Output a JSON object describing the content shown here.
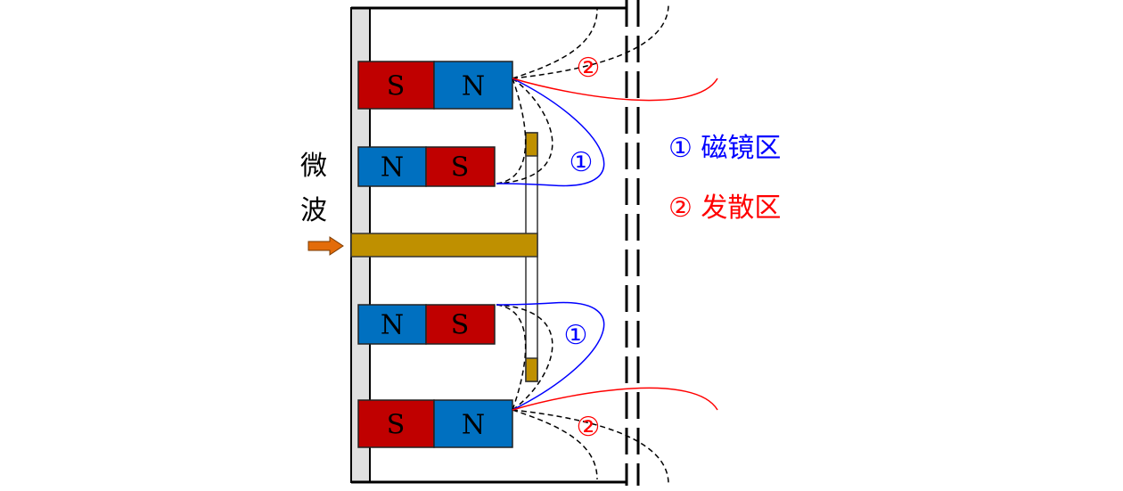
{
  "labels": {
    "microwave_line1": "微",
    "microwave_line2": "波",
    "pole_s": "S",
    "pole_n": "N",
    "region1_marker": "①",
    "region2_marker": "②",
    "legend1": "① 磁镜区",
    "legend2": "② 发散区"
  },
  "colors": {
    "south": "#c00000",
    "north": "#0070c0",
    "antenna": "#bf9000",
    "arrow": "#e36c0a",
    "mirror_line": "#0000ff",
    "divergent_line": "#ff0000"
  }
}
